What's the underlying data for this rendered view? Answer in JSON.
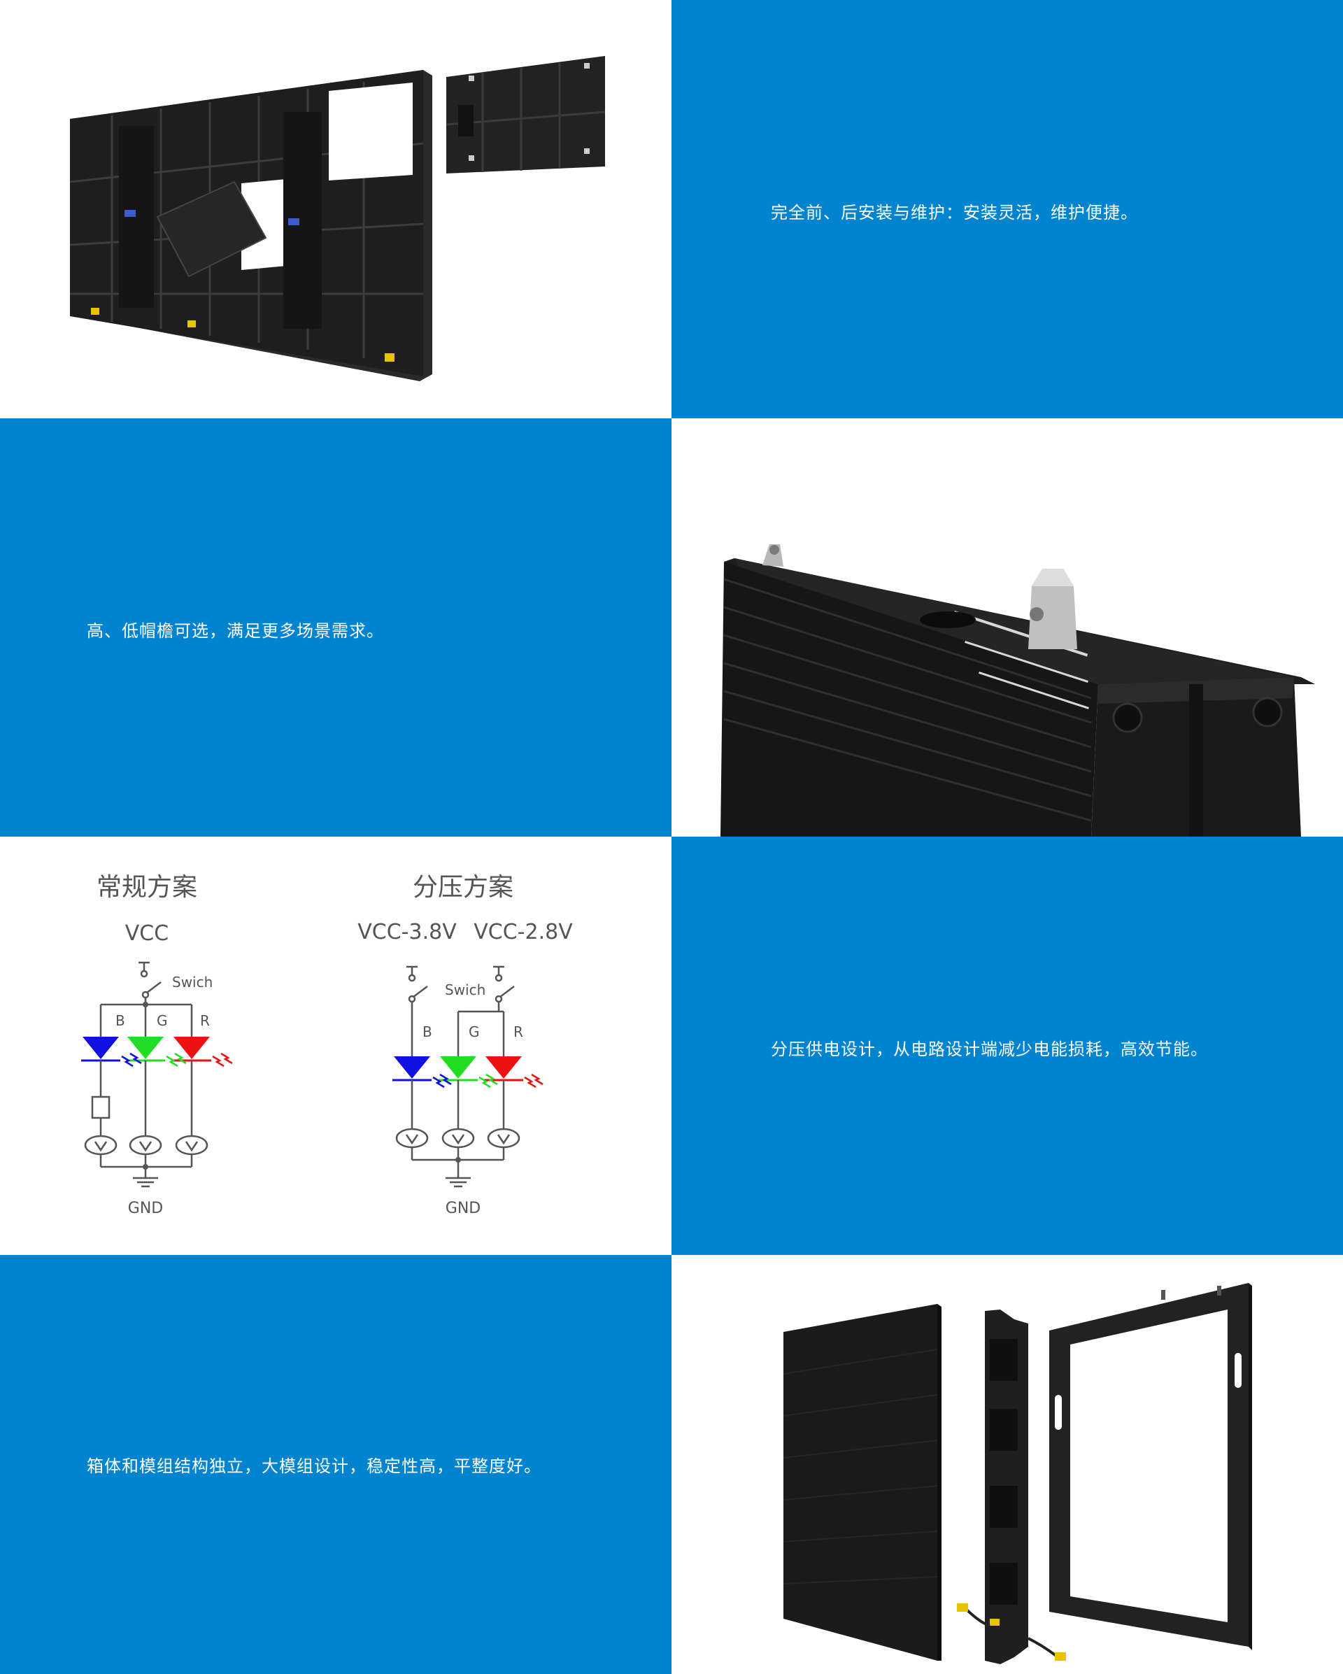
{
  "rows": [
    {
      "caption": "完全前、后安装与维护：安装灵活，维护便捷。",
      "accent_color": "#0084CF"
    },
    {
      "caption": "高、低帽檐可选，满足更多场景需求。",
      "accent_color": "#0084CF"
    },
    {
      "caption": "分压供电设计，从电路设计端减少电能损耗，高效节能。",
      "accent_color": "#0084CF"
    },
    {
      "caption": "箱体和模组结构独立，大模组设计，稳定性高，平整度好。",
      "accent_color": "#0084CF"
    }
  ],
  "diagram": {
    "left": {
      "title": "常规方案",
      "supply": "VCC",
      "switch_label": "Swich",
      "channels": [
        "B",
        "G",
        "R"
      ],
      "ground": "GND"
    },
    "right": {
      "title": "分压方案",
      "supply_a": "VCC-3.8V",
      "supply_b": "VCC-2.8V",
      "switch_label": "Swich",
      "channels": [
        "B",
        "G",
        "R"
      ],
      "ground": "GND"
    },
    "led_colors": {
      "blue": "#1010E0",
      "green": "#22DD22",
      "red": "#EE1111"
    }
  }
}
